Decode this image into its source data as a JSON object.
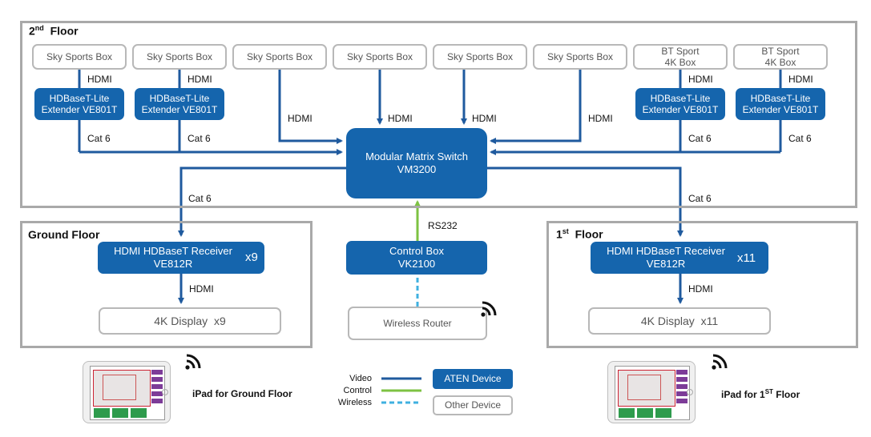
{
  "floors": {
    "second": {
      "title_num": "2",
      "title_sup": "nd",
      "title_word": "Floor"
    },
    "ground": {
      "title": "Ground Floor"
    },
    "first": {
      "title_num": "1",
      "title_sup": "st",
      "title_word": "Floor"
    }
  },
  "sources": [
    {
      "lines": [
        "Sky Sports Box"
      ]
    },
    {
      "lines": [
        "Sky Sports Box"
      ]
    },
    {
      "lines": [
        "Sky Sports Box"
      ]
    },
    {
      "lines": [
        "Sky Sports Box"
      ]
    },
    {
      "lines": [
        "Sky Sports Box"
      ]
    },
    {
      "lines": [
        "Sky Sports Box"
      ]
    },
    {
      "lines": [
        "BT Sport",
        "4K Box"
      ]
    },
    {
      "lines": [
        "BT Sport",
        "4K Box"
      ]
    }
  ],
  "extenders": [
    {
      "lines": [
        "HDBaseT-Lite",
        "Extender VE801T"
      ]
    },
    {
      "lines": [
        "HDBaseT-Lite",
        "Extender VE801T"
      ]
    },
    {
      "lines": [
        "HDBaseT-Lite",
        "Extender VE801T"
      ]
    },
    {
      "lines": [
        "HDBaseT-Lite",
        "Extender VE801T"
      ]
    }
  ],
  "matrix": {
    "lines": [
      "Modular Matrix Switch",
      "VM3200"
    ]
  },
  "control_box": {
    "lines": [
      "Control Box",
      "VK2100"
    ]
  },
  "router": {
    "label": "Wireless Router"
  },
  "ground_receiver": {
    "lines": [
      "HDMI HDBaseT Receiver",
      "VE812R"
    ],
    "count": "x9"
  },
  "ground_display": {
    "label": "4K Display",
    "count": "x9"
  },
  "first_receiver": {
    "lines": [
      "HDMI HDBaseT Receiver",
      "VE812R"
    ],
    "count": "x11"
  },
  "first_display": {
    "label": "4K Display",
    "count": "x11"
  },
  "link_labels": {
    "hdmi": "HDMI",
    "cat6": "Cat 6",
    "rs232": "RS232"
  },
  "ipads": {
    "ground": {
      "caption": "iPad for Ground Floor"
    },
    "first": {
      "caption_pre": "iPad for 1",
      "caption_sup": "ST",
      "caption_post": " Floor"
    }
  },
  "legend": {
    "video": "Video",
    "control": "Control",
    "wireless": "Wireless",
    "aten_device": "ATEN Device",
    "other_device": "Other Device"
  },
  "colors": {
    "video_line": "#1f5a9e",
    "control_line": "#7dc242",
    "wireless_line": "#3fb0e0",
    "aten_fill": "#1565ad",
    "other_border": "#b8b8b8",
    "floor_border": "#a9a9a9"
  },
  "icons": {
    "wireless": "wifi-icon",
    "tablet": "ipad-icon"
  }
}
